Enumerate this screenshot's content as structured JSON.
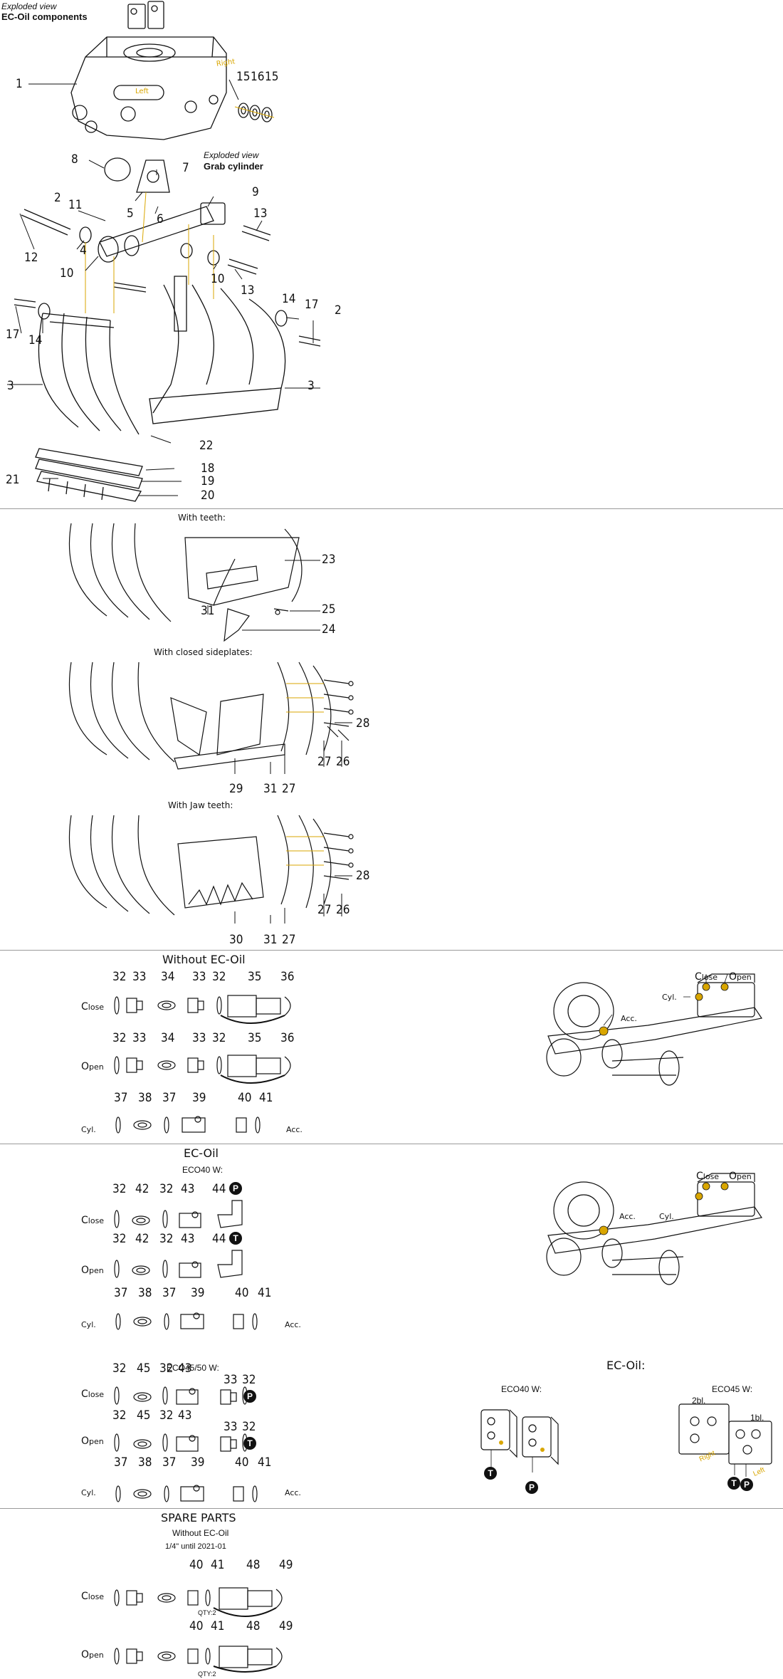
{
  "header": {
    "exploded_view": "Exploded view",
    "ec_oil_components": "EC-Oil components",
    "exploded_view_2": "Exploded view",
    "grab_cylinder": "Grab cylinder",
    "right": "Right",
    "left": "Left"
  },
  "main_callouts": [
    "1",
    "15",
    "16",
    "15",
    "8",
    "7",
    "9",
    "5",
    "6",
    "2",
    "11",
    "13",
    "12",
    "10",
    "4",
    "10",
    "13",
    "14",
    "17",
    "2",
    "17",
    "14",
    "3",
    "3",
    "22",
    "18",
    "19",
    "21",
    "20"
  ],
  "sections": {
    "with_teeth": "With teeth:",
    "with_teeth_callouts": [
      "23",
      "25",
      "31",
      "24"
    ],
    "closed_sideplates": "With closed sideplates:",
    "closed_callouts": [
      "28",
      "27",
      "26",
      "29",
      "31",
      "27"
    ],
    "jaw_teeth": "With Jaw teeth:",
    "jaw_callouts": [
      "28",
      "27",
      "26",
      "30",
      "31",
      "27"
    ],
    "without_ec_oil": "Without EC-Oil",
    "close_c": "C",
    "close_rest": "lose",
    "open_o": "O",
    "open_rest": "pen",
    "cyl": "Cyl.",
    "acc": "Acc.",
    "row_close_nums": [
      "32",
      "33",
      "34",
      "33",
      "32",
      "35",
      "36"
    ],
    "row_open_nums": [
      "32",
      "33",
      "34",
      "33",
      "32",
      "35",
      "36"
    ],
    "row_cyl_nums": [
      "37",
      "38",
      "37",
      "39",
      "40",
      "41"
    ],
    "ec_oil": "EC-Oil",
    "eco40w": "ECO40 W:",
    "eco_close_nums": [
      "32",
      "42",
      "32",
      "43",
      "44"
    ],
    "eco_open_nums": [
      "32",
      "42",
      "32",
      "43",
      "44"
    ],
    "eco_cyl_nums": [
      "37",
      "38",
      "37",
      "39",
      "40",
      "41"
    ],
    "p_badge": "P",
    "t_badge": "T",
    "eco4550w": "ECO45/50 W:",
    "eco45_close_nums": [
      "32",
      "45",
      "32",
      "43",
      "33",
      "32"
    ],
    "eco45_open_nums": [
      "32",
      "45",
      "32",
      "43",
      "33",
      "32"
    ],
    "eco45_cyl_nums": [
      "37",
      "38",
      "37",
      "39",
      "40",
      "41"
    ],
    "ec_oil_right": "EC-Oil:",
    "eco40w_right": "ECO40 W:",
    "eco45w_right": "ECO45 W:",
    "two_bl": "2bl.",
    "one_bl": "1bl.",
    "right_small": "Right",
    "left_small": "Left",
    "spare_parts": "SPARE PARTS",
    "spare_without": "Without EC-Oil",
    "spare_until": "1/4\" until 2021-01",
    "spare_close_nums": [
      "40",
      "41",
      "48",
      "49"
    ],
    "spare_open_nums": [
      "40",
      "41",
      "48",
      "49"
    ],
    "qty": "QTY:2"
  },
  "cylinder_view": {
    "close_c": "C",
    "close_rest": "lose",
    "open_o": "O",
    "open_rest": "pen",
    "acc": "Acc.",
    "cyl": "Cyl."
  },
  "colors": {
    "line": "#111111",
    "accent": "#d9a600",
    "separator": "#9a9a9a"
  }
}
